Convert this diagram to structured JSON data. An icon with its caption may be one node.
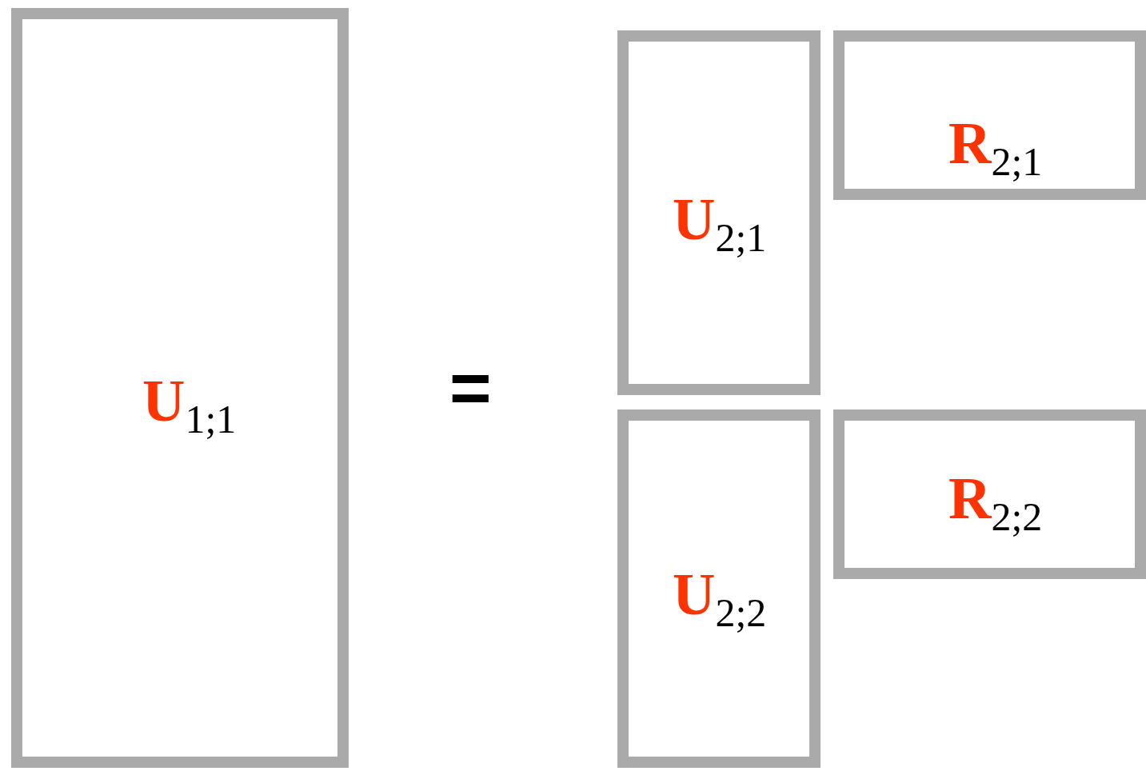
{
  "diagram": {
    "nodes": [
      {
        "text": [
          "**U**$_{1;1}$"
        ]
      },
      {
        "text": [
          "**U**$_{2;1}$"
        ]
      },
      {
        "text": [
          "**R**$_{2;1}$"
        ]
      },
      {
        "text": [
          "**U**$_{2;2}$"
        ]
      },
      {
        "text": [
          "**R**$_{2;2}$"
        ]
      }
    ],
    "edges": [],
    "labels": [
      "="
    ]
  }
}
